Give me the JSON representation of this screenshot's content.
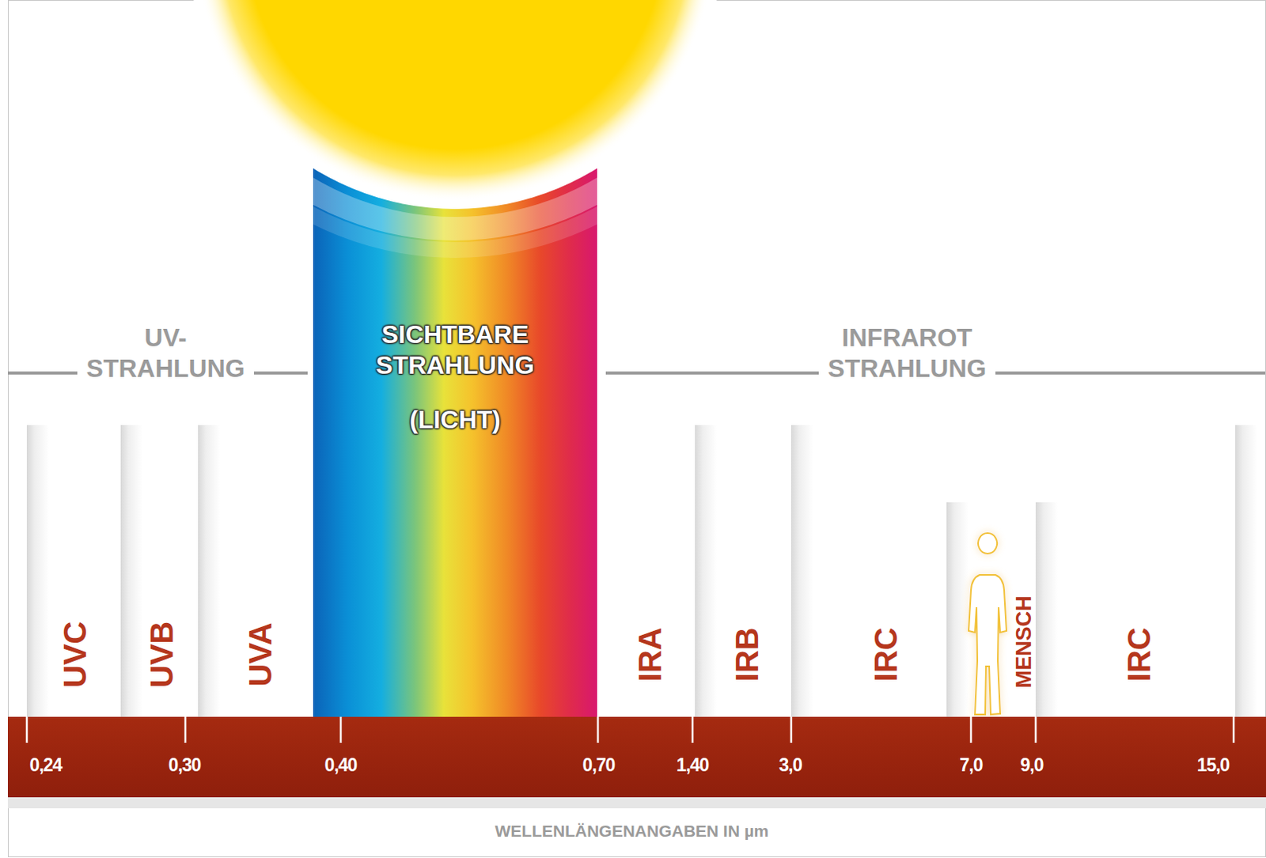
{
  "diagram": {
    "caption": "WELLENLÄNGENANGABEN IN µm",
    "nodes": [
      {
        "text": [
          "SICHTBARE STRAHLUNG",
          "(LICHT)"
        ]
      }
    ],
    "labels": [
      "UV- STRAHLUNG",
      "INFRAROT STRAHLUNG",
      "UVC",
      "UVB",
      "UVA",
      "IRA",
      "IRB",
      "IRC",
      "MENSCH",
      "IRC",
      "0,24",
      "0,30",
      "0,40",
      "0,70",
      "1,40",
      "3,0",
      "7,0",
      "9,0",
      "15,0"
    ]
  }
}
